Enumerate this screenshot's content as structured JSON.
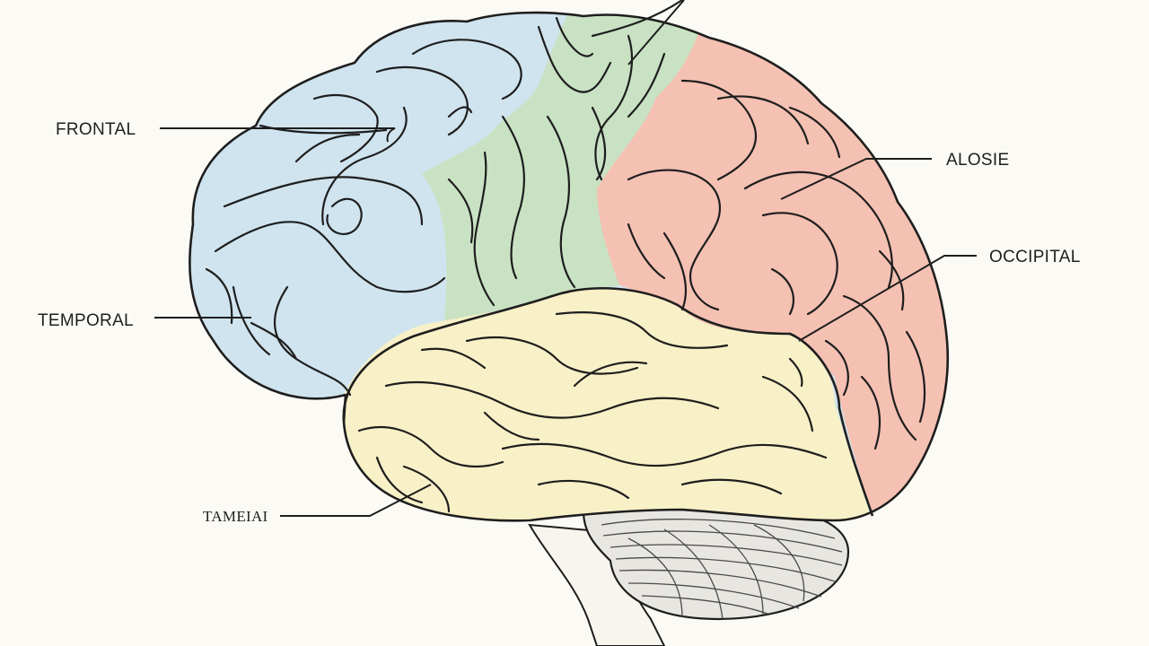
{
  "labels": {
    "frontal": "FRONTAL",
    "temporal": "TEMPORAL",
    "bottom": "TAMEIAI",
    "right_top": "ALOSIE",
    "occipital": "OCCIPITAL"
  },
  "colors": {
    "background": "#fbfaf5",
    "frontal_region": "#cfe4ee",
    "middle_region": "#c9e2c3",
    "rear_region": "#f4c1b2",
    "lower_region": "#f8f0c7",
    "cerebellum": "#e8e6e1",
    "outline": "#1e1e1e"
  }
}
